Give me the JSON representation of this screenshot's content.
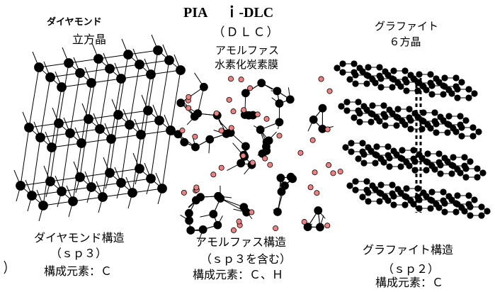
{
  "title": "PIA　 ｉ-DLC",
  "panels": {
    "diamond": {
      "name": "ダイヤモンド",
      "crystal": "立方晶",
      "structure": "ダイヤモンド構造",
      "bond": "（ｓｐ３）",
      "elements": "構成元素：Ｃ"
    },
    "dlc": {
      "abbr": "（ＤＬＣ）",
      "name_line1": "アモルファス",
      "name_line2": "水素化炭素膜",
      "structure": "アモルファス構造",
      "bond": "（ｓｐ３を含む）",
      "elements": "構成元素：Ｃ、Ｈ"
    },
    "graphite": {
      "name": "グラファイト",
      "crystal": "６方晶",
      "structure": "グラファイト構造",
      "bond": "（ｓｐ２）",
      "elements": "構成元素：Ｃ"
    }
  },
  "colors": {
    "carbon": "#000000",
    "hydrogen": "#f08080",
    "bond": "#000000"
  }
}
